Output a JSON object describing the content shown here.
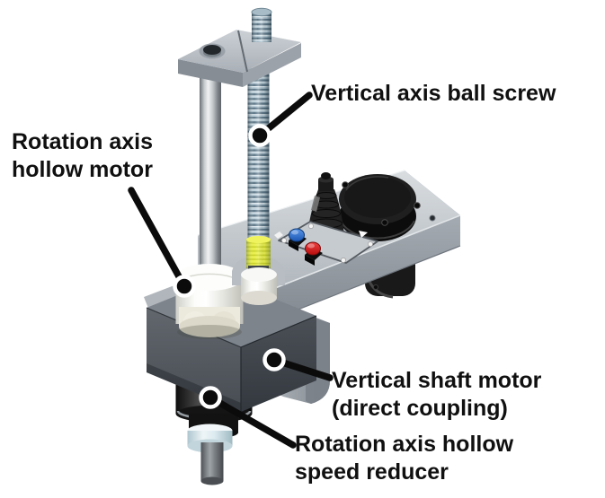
{
  "figure": {
    "background": "#ffffff",
    "type": "isometric-parts-diagram",
    "subject": "robot vertical axis drive assembly",
    "callouts": [
      {
        "id": "vertical-axis-ball-screw",
        "label": "Vertical axis ball screw"
      },
      {
        "id": "rotation-axis-hollow-motor",
        "label": "Rotation axis\nhollow motor"
      },
      {
        "id": "vertical-shaft-motor",
        "label": "Vertical shaft motor\n(direct coupling)"
      },
      {
        "id": "rotation-axis-hollow-speed-reducer",
        "label": "Rotation axis hollow\nspeed reducer"
      }
    ],
    "style": {
      "label_color": "#101010",
      "leader_line_color": "#0b0b0b",
      "marker_fill": "#0b0b0b",
      "marker_ring": "#ffffff",
      "body_gray": "#b4bac0",
      "dark_block_gray": "#4c5158",
      "black_parts": "#1a1a1a",
      "ball_screw_sleeve_yellow": "#e9ef4a",
      "button_blue": "#2f74d8",
      "button_red": "#e01b1b",
      "white_motor": "#f6f6f2",
      "pale_ring_blue": "#dcebf0"
    }
  }
}
